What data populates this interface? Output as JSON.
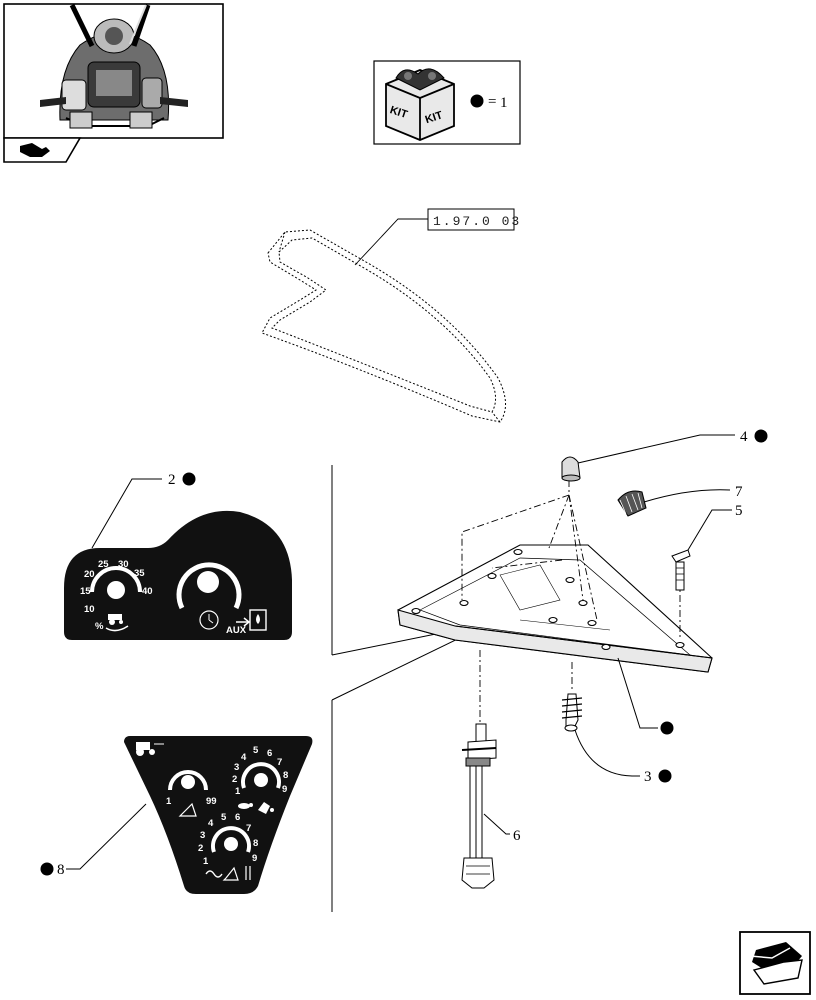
{
  "kit": {
    "box_text_1": "KIT",
    "box_text_2": "KIT",
    "equals_label": "=",
    "quantity": "1"
  },
  "reference": "1.97.0 03",
  "callouts": {
    "item_2": "2",
    "item_3": "3",
    "item_4": "4",
    "item_5": "5",
    "item_6": "6",
    "item_7": "7",
    "item_8": "8"
  },
  "decal_2": {
    "dial_numbers": [
      "10",
      "15",
      "20",
      "25",
      "30",
      "35",
      "40"
    ],
    "percent_label": "%",
    "aux_label": "AUX"
  },
  "decal_8": {
    "left_dial": [
      "1",
      "99"
    ],
    "right_dial": [
      "1",
      "2",
      "3",
      "4",
      "5",
      "6",
      "7",
      "8",
      "9"
    ],
    "bottom_dial": [
      "1",
      "2",
      "3",
      "4",
      "5",
      "6",
      "7",
      "8",
      "9"
    ]
  },
  "icons": {
    "thumbnail": "tractor-cab-thumbnail",
    "thumbnail_tab": "hand-pointer-icon",
    "kit_box": "kit-box-icon",
    "next_page": "page-forward-icon"
  },
  "colors": {
    "ink": "#000000",
    "decal": "#111111",
    "panel": "#ffffff"
  }
}
